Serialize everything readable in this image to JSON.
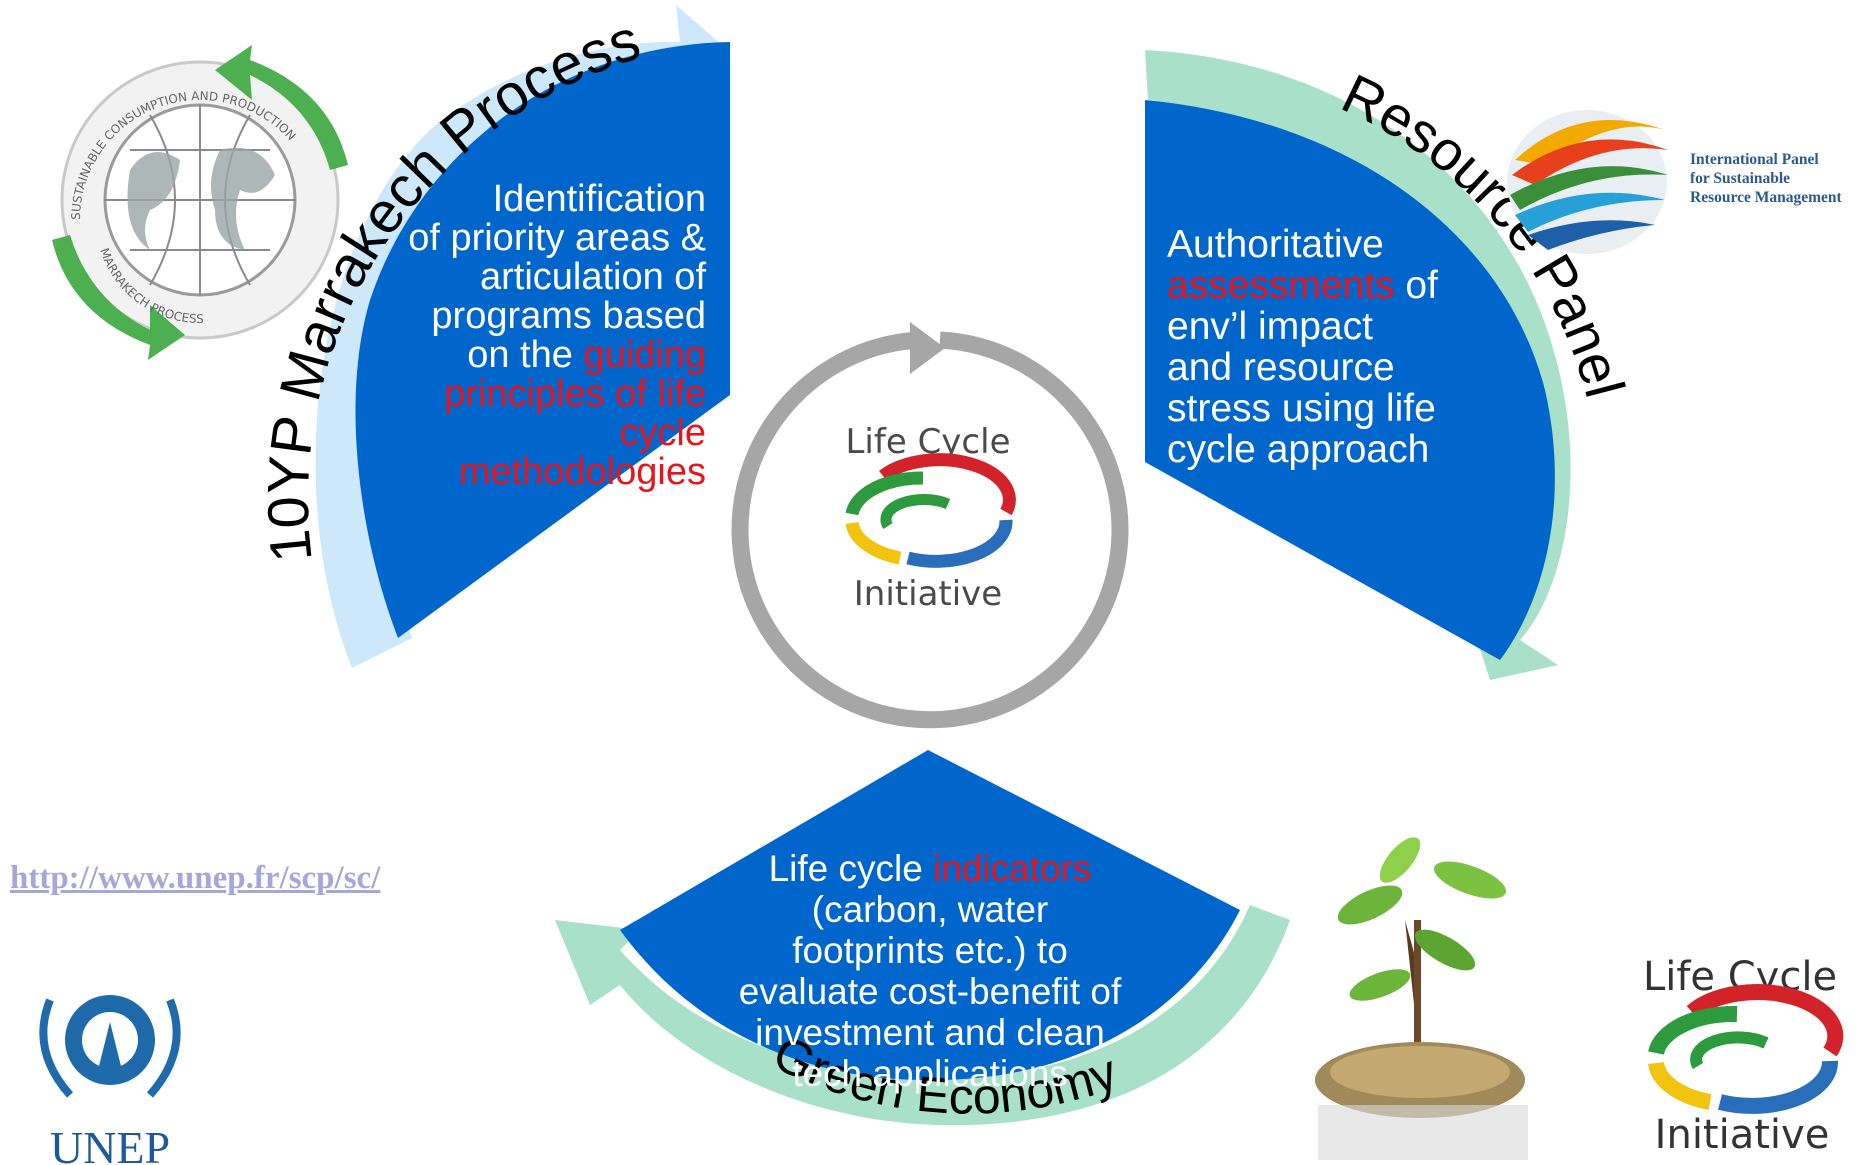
{
  "center": {
    "logo_line1": "Life Cycle",
    "logo_line2": "Initiative"
  },
  "segments": {
    "top_left": {
      "arc_label": "10YP Marrakech Process",
      "text": {
        "l1": "Identification",
        "l2": "of priority areas &",
        "l3": "articulation of",
        "l4": "programs based",
        "l5_plain": "on the ",
        "l5_red": "guiding",
        "l6": "principles of life",
        "l7": "cycle",
        "l8": "methodologies"
      }
    },
    "top_right": {
      "arc_label": "Resource Panel",
      "text": {
        "l1": "Authoritative",
        "l2_red": "assessments",
        "l2_plain": " of",
        "l3": "env’l impact",
        "l4": "and resource",
        "l5": "stress using life",
        "l6": "cycle approach"
      }
    },
    "bottom": {
      "arc_label": "Green Economy",
      "text": {
        "l1_plain": "Life cycle ",
        "l1_red": "indicators",
        "l2": "(carbon, water",
        "l3": "footprints etc.) to",
        "l4": "evaluate cost-benefit of",
        "l5": "investment and clean",
        "l6": "tech applications"
      }
    }
  },
  "link": {
    "url_text": "http://www.unep.fr/scp/sc/"
  },
  "logos": {
    "marrakech_seal": {
      "ring_top": "SUSTAINABLE CONSUMPTION AND PRODUCTION",
      "ring_bottom": "MARRAKECH PROCESS"
    },
    "panel": {
      "line1": "International Panel",
      "line2": "for Sustainable",
      "line3": "Resource Management"
    },
    "unep": {
      "label": "UNEP"
    },
    "lci_corner": {
      "line1": "Life Cycle",
      "line2": "Initiative"
    }
  },
  "colors": {
    "segment_blue": "#0066cc",
    "arrow_light_blue": "#cce8fa",
    "arrow_mint": "#a9e0c9",
    "center_ring_gray": "#a6a6a6",
    "highlight_red": "#e8141c"
  }
}
